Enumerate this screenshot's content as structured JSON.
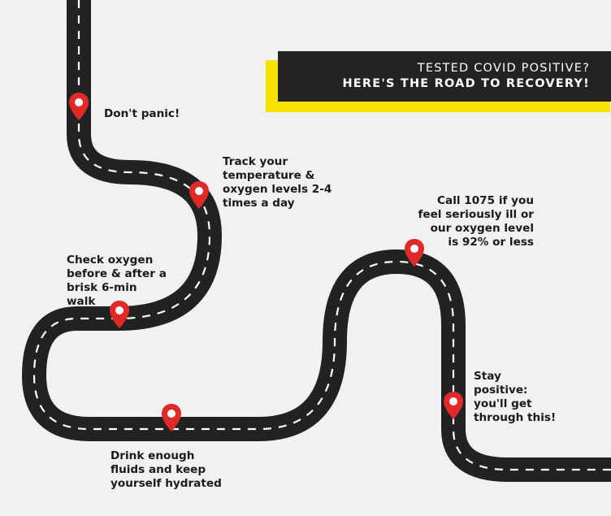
{
  "banner": {
    "line1": "TESTED COVID POSITIVE?",
    "line2": "HERE'S THE ROAD TO RECOVERY!"
  },
  "steps": [
    {
      "text": "Don't panic!"
    },
    {
      "text": "Track your\ntemperature &\noxygen levels 2-4\ntimes a day"
    },
    {
      "text": "Check oxygen\nbefore & after a\nbrisk 6-min\nwalk"
    },
    {
      "text": "Drink enough\nfluids and keep\nyourself hydrated"
    },
    {
      "text": "Call 1075 if you\nfeel seriously ill or\nour oxygen level\nis 92% or less"
    },
    {
      "text": "Stay\npositive:\nyou'll get\nthrough this!"
    }
  ],
  "colors": {
    "road": "#222222",
    "lane": "#ffffff",
    "pin": "#e02a2a",
    "banner_bg": "#232323",
    "banner_accent": "#f6e400",
    "background": "#f1f1f1"
  },
  "icons": {
    "pin": "map-pin-icon"
  }
}
